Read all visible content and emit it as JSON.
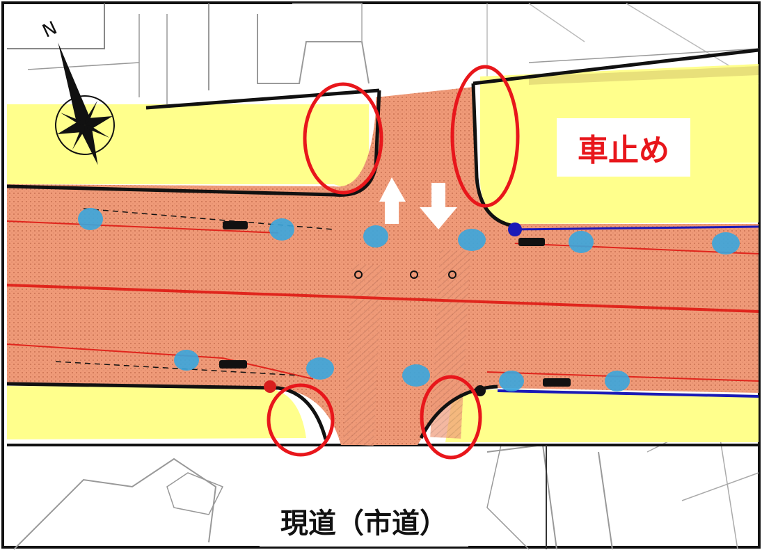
{
  "map": {
    "labels": {
      "car_stop": "車止め",
      "current_road": "現道（市道）"
    },
    "compass": {
      "north_letter": "N"
    },
    "colors": {
      "road_fill": "#ef9a78",
      "road_dot": "#b45a3c",
      "sidewalk": "#ffff8c",
      "highlight_ring": "#e8161b",
      "planting": "#3aa6dd",
      "lane_line": "#e0251c",
      "boundary_line": "#111111",
      "base_map_line": "#8a8a8a"
    },
    "icons": [
      "compass-rose-icon",
      "arrow-up-icon",
      "arrow-down-icon"
    ]
  }
}
